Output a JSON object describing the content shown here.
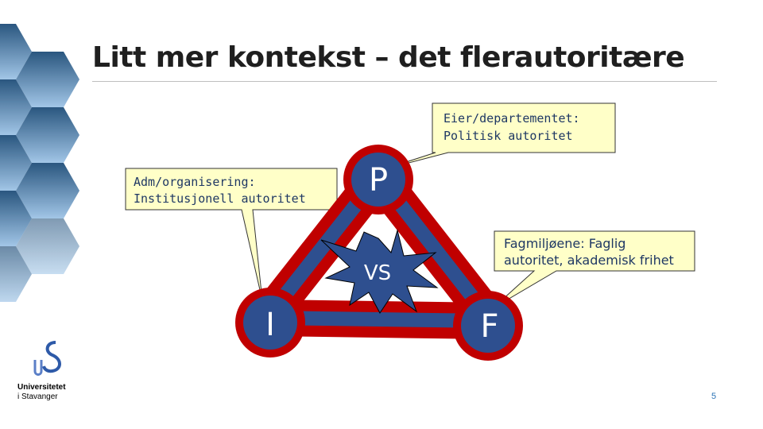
{
  "slide": {
    "title": "Litt mer kontekst – det flerautoritære",
    "page_number": "5"
  },
  "logo": {
    "line1": "Universitetet",
    "line2": "i Stavanger"
  },
  "diagram": {
    "node_p": "P",
    "node_i": "I",
    "node_f": "F",
    "center_label": "VS"
  },
  "callouts": {
    "owner": {
      "line1": "Eier/departementet:",
      "line2": "Politisk autoritet"
    },
    "adm": {
      "line1": "Adm/organisering:",
      "line2": "Institusjonell autoritet"
    },
    "fag": {
      "line1": "Fagmiljøene: Faglig",
      "line2": "autoritet, akademisk frihet"
    }
  },
  "colors": {
    "ring_red": "#c00000",
    "ring_blue": "#2e4f8f",
    "callout_fill": "#ffffc8",
    "hex_dark": "#1f4e79",
    "hex_light": "#5b9bd5"
  }
}
